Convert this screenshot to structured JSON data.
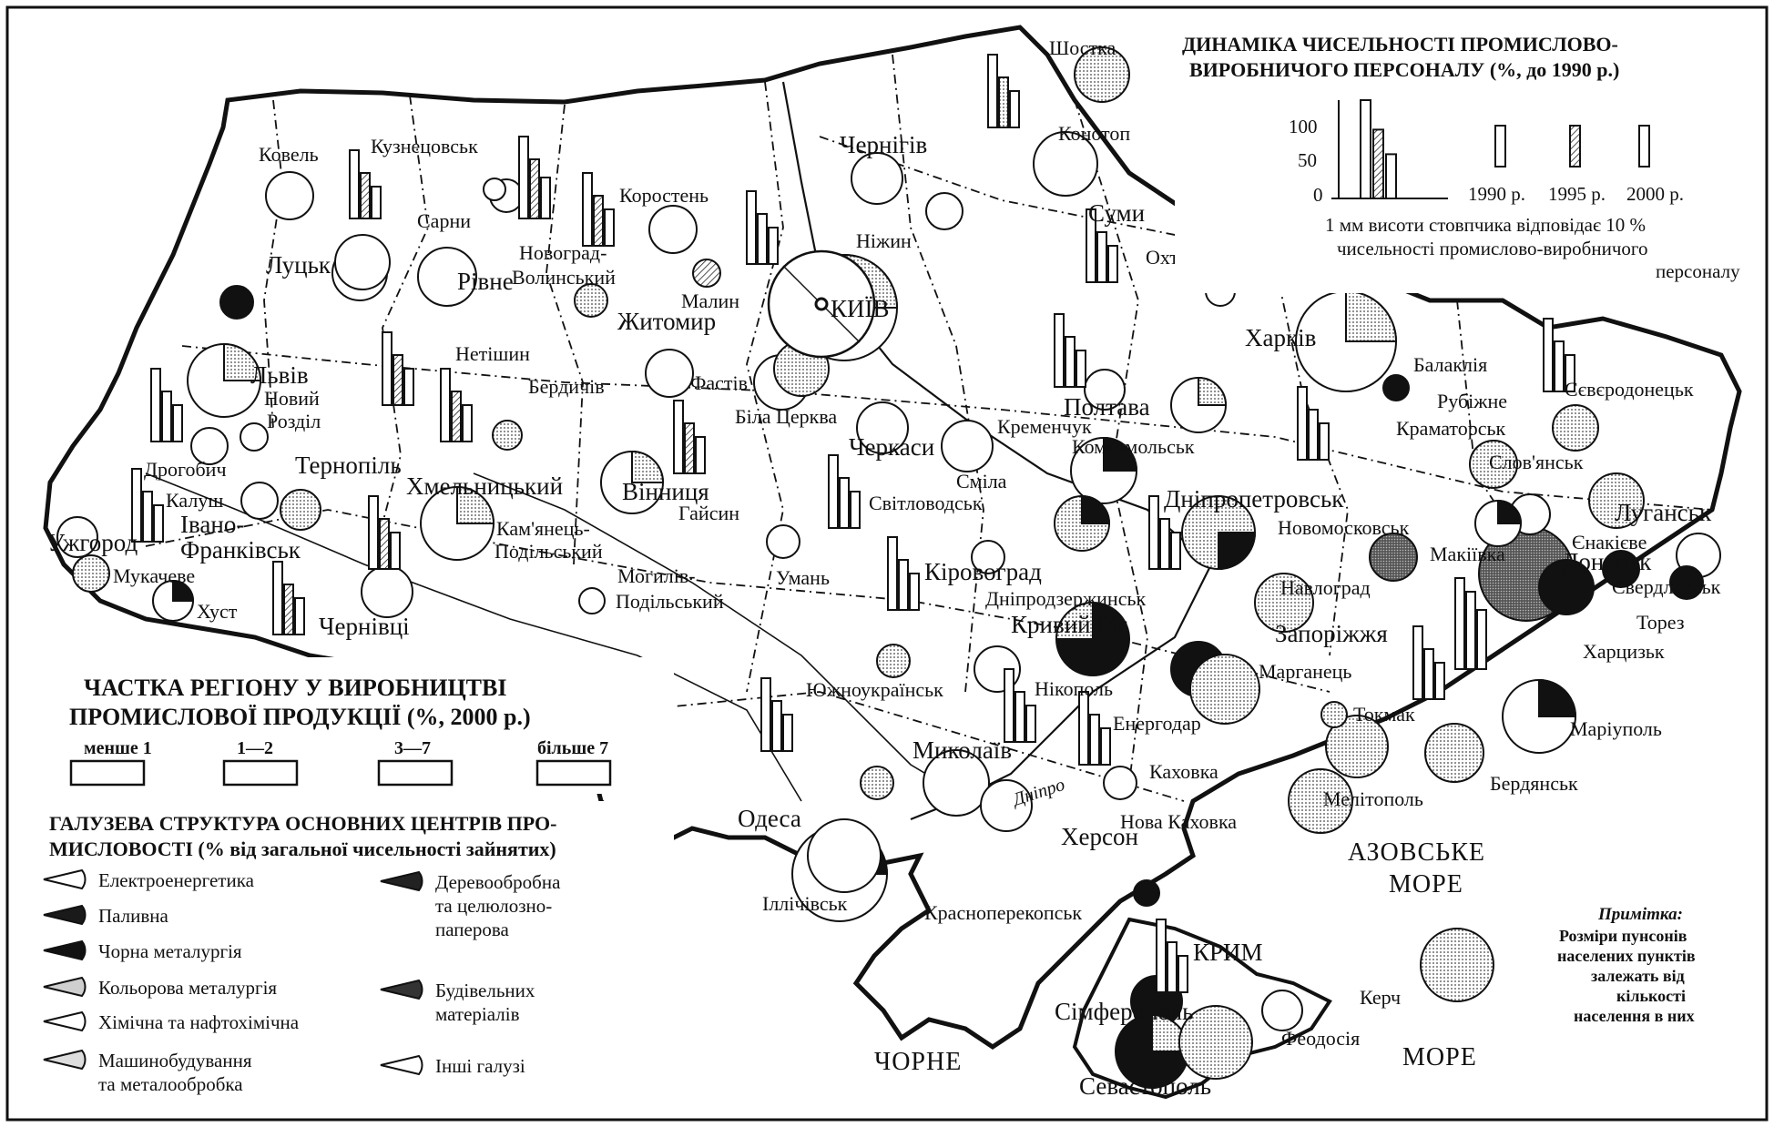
{
  "map": {
    "colors": {
      "ink": "#111111",
      "paper": "#ffffff",
      "shade": "#9a9a9a",
      "light": "#cfcfcf"
    },
    "cities": [
      {
        "name": "Шостка"
      },
      {
        "name": "Конотоп"
      },
      {
        "name": "Чернігів"
      },
      {
        "name": "Ніжин"
      },
      {
        "name": "Суми"
      },
      {
        "name": "Охтирка"
      },
      {
        "name": "Ковель"
      },
      {
        "name": "Кузнецовськ"
      },
      {
        "name": "Сарни"
      },
      {
        "name": "Коростень"
      },
      {
        "name": "Луцьк"
      },
      {
        "name": "Новоград-"
      },
      {
        "name": "Волинський"
      },
      {
        "name": "Рівне"
      },
      {
        "name": "Малин"
      },
      {
        "name": "Житомир"
      },
      {
        "name": "Нетішин"
      },
      {
        "name": "Харків"
      },
      {
        "name": "Балаклія"
      },
      {
        "name": "Львів"
      },
      {
        "name": "Новий"
      },
      {
        "name": "Розділ"
      },
      {
        "name": "Бердичів"
      },
      {
        "name": "Фастів"
      },
      {
        "name": "Біла Церква"
      },
      {
        "name": "Полтава"
      },
      {
        "name": "Рубіжне"
      },
      {
        "name": "Сєвєродонецьк"
      },
      {
        "name": "Кременчук"
      },
      {
        "name": "Краматорськ"
      },
      {
        "name": "Черкаси"
      },
      {
        "name": "Комсомольськ"
      },
      {
        "name": "Дрогобич"
      },
      {
        "name": "Тернопіль"
      },
      {
        "name": "Сміла"
      },
      {
        "name": "Слов'янськ"
      },
      {
        "name": "Калуш"
      },
      {
        "name": "Хмельницький"
      },
      {
        "name": "Вінниця"
      },
      {
        "name": "Світловодськ"
      },
      {
        "name": "Дніпропетровськ"
      },
      {
        "name": "Луганськ"
      },
      {
        "name": "Івано-"
      },
      {
        "name": "Франківськ"
      },
      {
        "name": "Гайсин"
      },
      {
        "name": "Кам'янець-"
      },
      {
        "name": "Подільський"
      },
      {
        "name": "Новомосковськ"
      },
      {
        "name": "Єнакієве"
      },
      {
        "name": "Ужгород"
      },
      {
        "name": "Мукачеве"
      },
      {
        "name": "Умань"
      },
      {
        "name": "Кіровоград"
      },
      {
        "name": "Макіївка"
      },
      {
        "name": "Донецьк"
      },
      {
        "name": "Свердловськ"
      },
      {
        "name": "Могилів-"
      },
      {
        "name": "Подільський"
      },
      {
        "name": "Навлоград"
      },
      {
        "name": "Хуст"
      },
      {
        "name": "Чернівці"
      },
      {
        "name": "Дніпродзержинськ"
      },
      {
        "name": "Торез"
      },
      {
        "name": "Кривий Ріг"
      },
      {
        "name": "Запоріжжя"
      },
      {
        "name": "Харцизьк"
      },
      {
        "name": "Марганець"
      },
      {
        "name": "Южноукраїнськ"
      },
      {
        "name": "Нікополь"
      },
      {
        "name": "Енергодар"
      },
      {
        "name": "Токмак"
      },
      {
        "name": "Маріуполь"
      },
      {
        "name": "Миколаїв"
      },
      {
        "name": "Каховка"
      },
      {
        "name": "Мелітополь"
      },
      {
        "name": "Бердянськ"
      },
      {
        "name": "Одеса"
      },
      {
        "name": "Херсон"
      },
      {
        "name": "Нова Каховка"
      },
      {
        "name": "Іллічівськ"
      },
      {
        "name": "Красноперекопськ"
      },
      {
        "name": "Керч"
      },
      {
        "name": "Сімферополь"
      },
      {
        "name": "Феодосія"
      },
      {
        "name": "Севастополь"
      }
    ],
    "capital": "КИЇВ",
    "region_label": "КРИМ",
    "river_label": "Дніпро",
    "seas": {
      "azov_line1": "АЗОВСЬКЕ",
      "azov_line2": "МОРЕ",
      "black_left": "ЧОРНЕ",
      "black_right": "МОРЕ"
    }
  },
  "dynamics_legend": {
    "title_line1": "ДИНАМІКА ЧИСЕЛЬНОСТІ ПРОМИСЛОВО-",
    "title_line2": "ВИРОБНИЧОГО ПЕРСОНАЛУ (%, до 1990 р.)",
    "axis_ticks": [
      "100",
      "50",
      "0"
    ],
    "example_values": [
      100,
      70,
      45
    ],
    "years": [
      "1990 р.",
      "1995 р.",
      "2000 р."
    ],
    "note_line1": "1 мм висоти стовпчика відповідає 10 %",
    "note_line2": "чисельності промислово-виробничого",
    "note_line3": "персоналу"
  },
  "share_legend": {
    "title_line1": "ЧАСТКА РЕГІОНУ У ВИРОБНИЦТВІ",
    "title_line2": "ПРОМИСЛОВОЇ ПРОДУКЦІЇ (%, 2000 р.)",
    "classes": [
      "менше 1",
      "1—2",
      "3—7",
      "більше 7"
    ]
  },
  "structure_legend": {
    "title_line1": "ГАЛУЗЕВА СТРУКТУРА ОСНОВНИХ ЦЕНТРІВ ПРО-",
    "title_line2": "МИСЛОВОСТІ (% від загальної чисельності зайнятих)",
    "left": [
      {
        "label": "Електроенергетика",
        "fill": "#ffffff"
      },
      {
        "label": "Паливна",
        "fill": "#1a1a1a"
      },
      {
        "label": "Чорна металургія",
        "fill": "#111111"
      },
      {
        "label": "Кольорова металургія",
        "fill": "#cfcfcf"
      },
      {
        "label": "Хімічна та нафтохімічна",
        "fill": "#ffffff"
      },
      {
        "label": "Машинобудування",
        "fill": "#dddddd"
      },
      {
        "label": "та металообробка",
        "fill": ""
      }
    ],
    "right": [
      {
        "label": "Деревообробна",
        "fill": "#222222"
      },
      {
        "label": "та целюлозно-",
        "fill": ""
      },
      {
        "label": "паперова",
        "fill": ""
      },
      {
        "label": "Будівельних",
        "fill": "#333333"
      },
      {
        "label": "матеріалів",
        "fill": ""
      },
      {
        "label": "Інші галузі",
        "fill": "#ffffff"
      }
    ]
  },
  "footnote": {
    "heading": "Примітка:",
    "lines": [
      "Розміри пунсонів",
      "населених пунктів",
      "залежать від",
      "кількості",
      "населення в них"
    ]
  }
}
